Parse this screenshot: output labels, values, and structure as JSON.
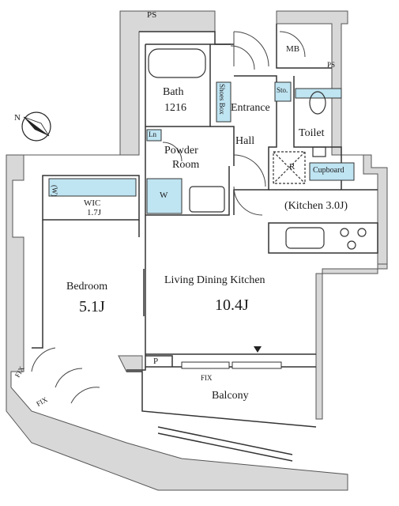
{
  "labels": {
    "ps_top": "PS",
    "ps_right": "PS",
    "mb": "MB",
    "bath": "Bath",
    "bath_size": "1216",
    "shoes_box": "Shoes Box",
    "sto": "Sto.",
    "entrance": "Entrance",
    "toilet": "Toilet",
    "hall": "Hall",
    "ln": "Ln",
    "powder": "Powder",
    "room": "Room",
    "r": "R",
    "cupboard": "Cupboard",
    "w": "W",
    "w_paren": "(W)",
    "wic": "WIC",
    "wic_size": "1.7J",
    "kitchen": "(Kitchen 3.0J)",
    "bedroom": "Bedroom",
    "bedroom_size": "5.1J",
    "ldk": "Living Dining Kitchen",
    "ldk_size": "10.4J",
    "p": "P",
    "fix_center": "FIX",
    "fix_left_1": "FIX",
    "fix_left_2": "FIX",
    "balcony": "Balcony",
    "north": "N"
  },
  "colors": {
    "wall": "#d8d8d8",
    "line": "#333333",
    "fixture_blue": "#bfe4f2"
  }
}
